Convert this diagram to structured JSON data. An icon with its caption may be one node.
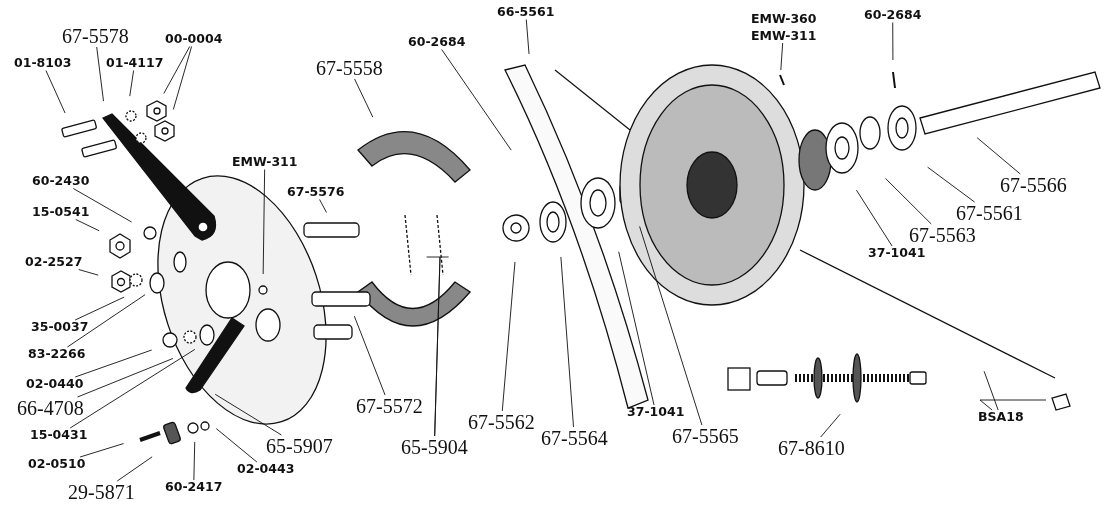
{
  "diagram": {
    "nodes": [
      {
        "text": [
          "67-5578"
        ]
      },
      {
        "text": [
          "01-8103"
        ]
      },
      {
        "text": [
          "01-4117"
        ]
      },
      {
        "text": [
          "00-0004"
        ]
      },
      {
        "text": [
          "EMW-311"
        ]
      },
      {
        "text": [
          "60-2430"
        ]
      },
      {
        "text": [
          "15-0541"
        ]
      },
      {
        "text": [
          "02-2527"
        ]
      },
      {
        "text": [
          "35-0037"
        ]
      },
      {
        "text": [
          "83-2266"
        ]
      },
      {
        "text": [
          "02-0440"
        ]
      },
      {
        "text": [
          "66-4708"
        ]
      },
      {
        "text": [
          "15-0431"
        ]
      },
      {
        "text": [
          "65-5907"
        ]
      },
      {
        "text": [
          "02-0510"
        ]
      },
      {
        "text": [
          "29-5871"
        ]
      },
      {
        "text": [
          "60-2417"
        ]
      },
      {
        "text": [
          "02-0443"
        ]
      },
      {
        "text": [
          "67-5558"
        ]
      },
      {
        "text": [
          "67-5576"
        ]
      },
      {
        "text": [
          "67-5572"
        ]
      },
      {
        "text": [
          "65-5904"
        ]
      },
      {
        "text": [
          "67-5562"
        ]
      },
      {
        "text": [
          "60-2684"
        ]
      },
      {
        "text": [
          "66-5561"
        ]
      },
      {
        "text": [
          "67-5564"
        ]
      },
      {
        "text": [
          "37-1041"
        ]
      },
      {
        "text": [
          "67-5565"
        ]
      },
      {
        "text": [
          "EMW-360",
          "EMW-311"
        ]
      },
      {
        "text": [
          "60-2684"
        ]
      },
      {
        "text": [
          "67-5566"
        ]
      },
      {
        "text": [
          "67-5561"
        ]
      },
      {
        "text": [
          "67-5563"
        ]
      },
      {
        "text": [
          "37-1041"
        ]
      },
      {
        "text": [
          "67-8610"
        ]
      },
      {
        "text": [
          "BSA18"
        ]
      }
    ],
    "edges": [
      {
        "from": 0,
        "to": null,
        "arrow": "none"
      },
      {
        "from": 1,
        "to": null,
        "arrow": "none"
      },
      {
        "from": 2,
        "to": null,
        "arrow": "none"
      },
      {
        "from": 3,
        "to": null,
        "arrow": "none"
      },
      {
        "from": 3,
        "to": null,
        "arrow": "none"
      },
      {
        "from": 4,
        "to": null,
        "arrow": "none"
      },
      {
        "from": 5,
        "to": null,
        "arrow": "none"
      },
      {
        "from": 6,
        "to": null,
        "arrow": "none"
      },
      {
        "from": 7,
        "to": null,
        "arrow": "none"
      },
      {
        "from": 8,
        "to": null,
        "arrow": "none"
      },
      {
        "from": 9,
        "to": null,
        "arrow": "none"
      },
      {
        "from": 10,
        "to": null,
        "arrow": "none"
      },
      {
        "from": 11,
        "to": null,
        "arrow": "none"
      },
      {
        "from": 12,
        "to": null,
        "arrow": "none"
      },
      {
        "from": 13,
        "to": null,
        "arrow": "none"
      },
      {
        "from": 14,
        "to": null,
        "arrow": "none"
      },
      {
        "from": 15,
        "to": null,
        "arrow": "none"
      },
      {
        "from": 16,
        "to": null,
        "arrow": "none"
      },
      {
        "from": 17,
        "to": null,
        "arrow": "none"
      },
      {
        "from": 18,
        "to": null,
        "arrow": "none"
      },
      {
        "from": 19,
        "to": null,
        "arrow": "none"
      },
      {
        "from": 20,
        "to": null,
        "arrow": "none"
      },
      {
        "from": 21,
        "to": null,
        "arrow": "none"
      },
      {
        "from": 21,
        "to": null,
        "arrow": "none"
      },
      {
        "from": 22,
        "to": null,
        "arrow": "none"
      },
      {
        "from": 23,
        "to": null,
        "arrow": "none"
      },
      {
        "from": 24,
        "to": null,
        "arrow": "none"
      },
      {
        "from": 25,
        "to": null,
        "arrow": "none"
      },
      {
        "from": 26,
        "to": null,
        "arrow": "none"
      },
      {
        "from": 27,
        "to": null,
        "arrow": "none"
      },
      {
        "from": 28,
        "to": null,
        "arrow": "none"
      },
      {
        "from": 29,
        "to": null,
        "arrow": "none"
      },
      {
        "from": 30,
        "to": null,
        "arrow": "none"
      },
      {
        "from": 31,
        "to": null,
        "arrow": "none"
      },
      {
        "from": 32,
        "to": null,
        "arrow": "none"
      },
      {
        "from": 33,
        "to": null,
        "arrow": "none"
      },
      {
        "from": 34,
        "to": null,
        "arrow": "none"
      },
      {
        "from": 35,
        "to": null,
        "arrow": "none"
      },
      {
        "from": 35,
        "to": null,
        "arrow": "none"
      }
    ]
  }
}
